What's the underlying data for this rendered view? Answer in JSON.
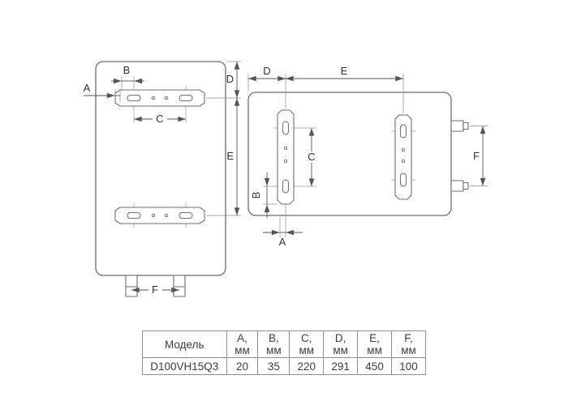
{
  "diagram": {
    "labels": {
      "A": "A",
      "B": "B",
      "C": "C",
      "D": "D",
      "E": "E",
      "F": "F"
    }
  },
  "table": {
    "headers": [
      "Модель",
      "A, мм",
      "B, мм",
      "C, мм",
      "D, мм",
      "E, мм",
      "F, мм"
    ],
    "row": [
      "D100VH15Q3",
      "20",
      "35",
      "220",
      "291",
      "450",
      "100"
    ]
  }
}
